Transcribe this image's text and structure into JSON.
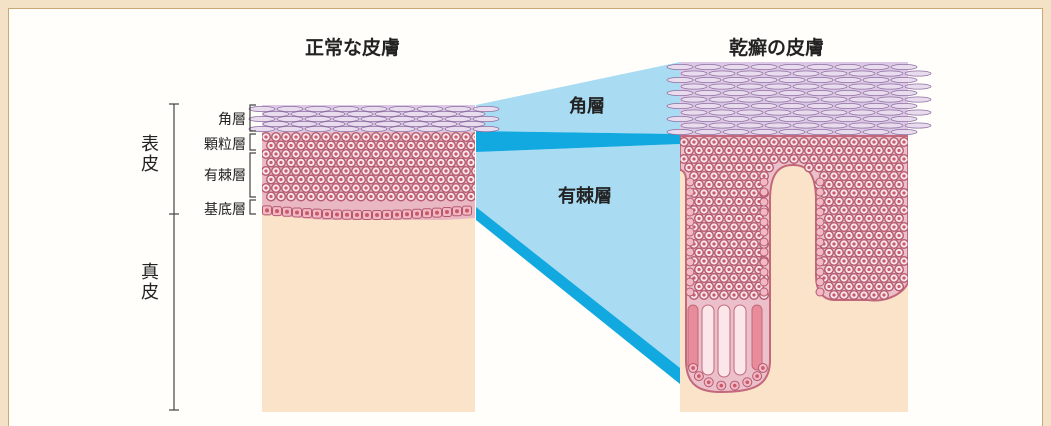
{
  "titles": {
    "normal": "正常な皮膚",
    "psoriasis": "乾癬の皮膚"
  },
  "layers": {
    "stratum_corneum": "角層",
    "stratum_granulosum": "顆粒層",
    "stratum_spinosum": "有棘層",
    "stratum_basale": "基底層"
  },
  "regions": {
    "epidermis": "表皮",
    "dermis": "真皮"
  },
  "callouts": {
    "corneum": "角層",
    "spinosum": "有棘層"
  },
  "colors": {
    "background": "#f3e2c6",
    "panel": "#fffefa",
    "dermis": "#fbe3c9",
    "corneum": "#dcc8e4",
    "cell_fill": "#fbe6ea",
    "cell_stroke": "#b45a70",
    "nucleus": "#c85a6a",
    "basal": "#f2b8c4",
    "wedge_light": "#a9dcf3",
    "wedge_dark": "#12a9e0"
  }
}
